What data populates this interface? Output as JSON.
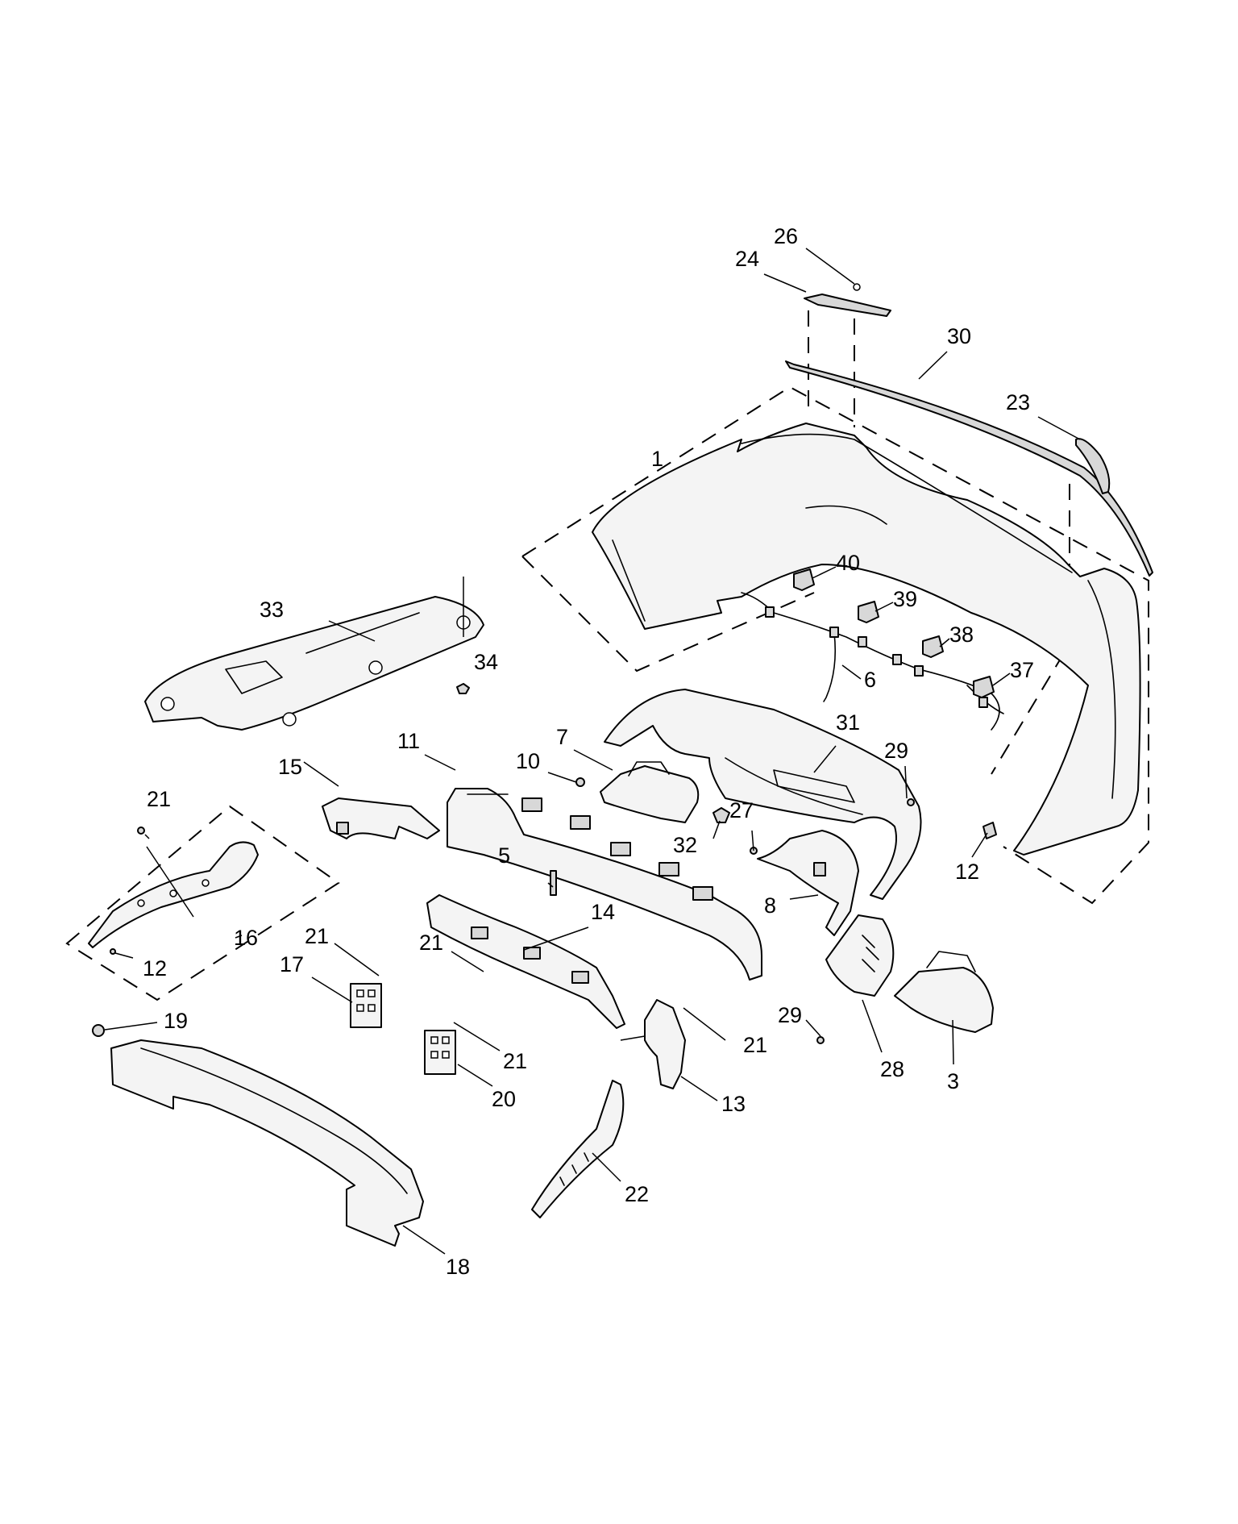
{
  "diagram": {
    "callouts": [
      {
        "id": "26",
        "label": "26"
      },
      {
        "id": "24",
        "label": "24"
      },
      {
        "id": "30",
        "label": "30"
      },
      {
        "id": "23",
        "label": "23"
      },
      {
        "id": "1",
        "label": "1"
      },
      {
        "id": "40",
        "label": "40"
      },
      {
        "id": "39",
        "label": "39"
      },
      {
        "id": "38",
        "label": "38"
      },
      {
        "id": "37",
        "label": "37"
      },
      {
        "id": "6",
        "label": "6"
      },
      {
        "id": "33",
        "label": "33"
      },
      {
        "id": "34",
        "label": "34"
      },
      {
        "id": "11",
        "label": "11"
      },
      {
        "id": "7",
        "label": "7"
      },
      {
        "id": "31",
        "label": "31"
      },
      {
        "id": "29a",
        "label": "29"
      },
      {
        "id": "10",
        "label": "10"
      },
      {
        "id": "15",
        "label": "15"
      },
      {
        "id": "27",
        "label": "27"
      },
      {
        "id": "32",
        "label": "32"
      },
      {
        "id": "21a",
        "label": "21"
      },
      {
        "id": "5",
        "label": "5"
      },
      {
        "id": "12a",
        "label": "12"
      },
      {
        "id": "8",
        "label": "8"
      },
      {
        "id": "14",
        "label": "14"
      },
      {
        "id": "16",
        "label": "16"
      },
      {
        "id": "21b",
        "label": "21"
      },
      {
        "id": "21c",
        "label": "21"
      },
      {
        "id": "17",
        "label": "17"
      },
      {
        "id": "12b",
        "label": "12"
      },
      {
        "id": "29b",
        "label": "29"
      },
      {
        "id": "19",
        "label": "19"
      },
      {
        "id": "21d",
        "label": "21"
      },
      {
        "id": "21e",
        "label": "21"
      },
      {
        "id": "28",
        "label": "28"
      },
      {
        "id": "3",
        "label": "3"
      },
      {
        "id": "20",
        "label": "20"
      },
      {
        "id": "13",
        "label": "13"
      },
      {
        "id": "22",
        "label": "22"
      },
      {
        "id": "18",
        "label": "18"
      }
    ]
  }
}
